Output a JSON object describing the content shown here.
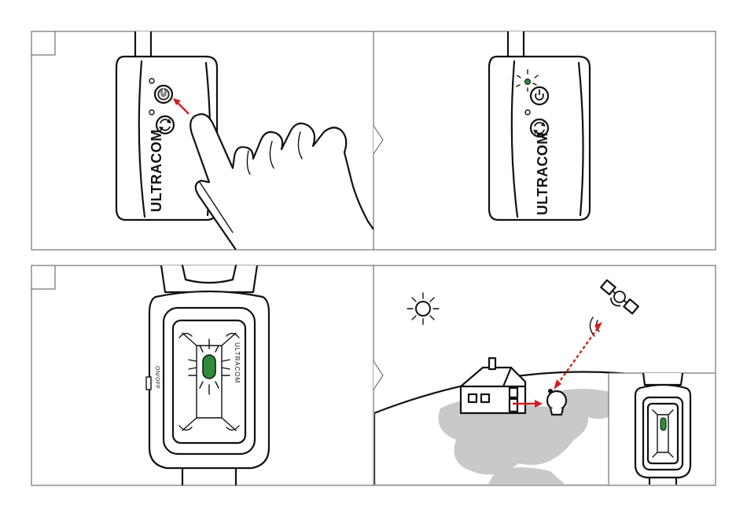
{
  "device": {
    "brand": "ULTRACOM",
    "collar_brand": "ULTRACOM",
    "onoff_label": "ON/OFF"
  },
  "colors": {
    "led_green": "#2e8b3a",
    "arrow_red": "#d21f1f",
    "earth_land": "#c9c9c9",
    "outline": "#111111"
  },
  "icons": [
    "power-icon",
    "sync-icon",
    "sun-icon",
    "satellite-icon",
    "house-icon",
    "gps-receiver-icon",
    "hand-icon"
  ]
}
